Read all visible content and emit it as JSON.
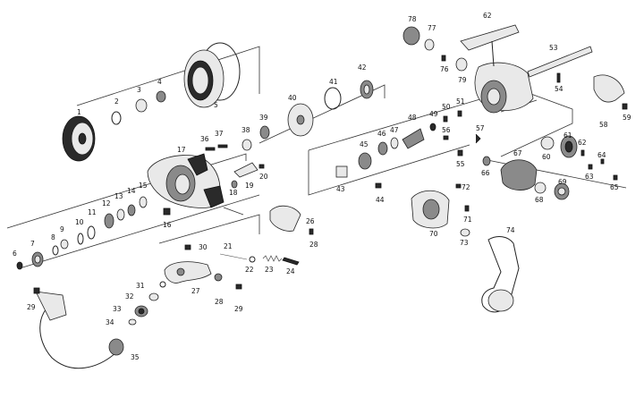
{
  "diagram": {
    "parts": [
      {
        "id": "p1",
        "label": "1"
      },
      {
        "id": "p2",
        "label": "2"
      },
      {
        "id": "p3",
        "label": "3"
      },
      {
        "id": "p4",
        "label": "4"
      },
      {
        "id": "p5",
        "label": "5"
      },
      {
        "id": "p6",
        "label": "6"
      },
      {
        "id": "p7",
        "label": "7"
      },
      {
        "id": "p8",
        "label": "8"
      },
      {
        "id": "p9",
        "label": "9"
      },
      {
        "id": "p10",
        "label": "10"
      },
      {
        "id": "p11",
        "label": "11"
      },
      {
        "id": "p12",
        "label": "12"
      },
      {
        "id": "p13",
        "label": "13"
      },
      {
        "id": "p14",
        "label": "14"
      },
      {
        "id": "p15",
        "label": "15"
      },
      {
        "id": "p16",
        "label": "16"
      },
      {
        "id": "p17",
        "label": "17"
      },
      {
        "id": "p18",
        "label": "18"
      },
      {
        "id": "p19",
        "label": "19"
      },
      {
        "id": "p20",
        "label": "20"
      },
      {
        "id": "p21",
        "label": "21"
      },
      {
        "id": "p22",
        "label": "22"
      },
      {
        "id": "p23",
        "label": "23"
      },
      {
        "id": "p24",
        "label": "24"
      },
      {
        "id": "p26",
        "label": "26"
      },
      {
        "id": "p27",
        "label": "27"
      },
      {
        "id": "p28a",
        "label": "28"
      },
      {
        "id": "p28b",
        "label": "28"
      },
      {
        "id": "p29a",
        "label": "29"
      },
      {
        "id": "p29b",
        "label": "29"
      },
      {
        "id": "p30",
        "label": "30"
      },
      {
        "id": "p31",
        "label": "31"
      },
      {
        "id": "p32",
        "label": "32"
      },
      {
        "id": "p33",
        "label": "33"
      },
      {
        "id": "p34",
        "label": "34"
      },
      {
        "id": "p35",
        "label": "35"
      },
      {
        "id": "p36",
        "label": "36"
      },
      {
        "id": "p37",
        "label": "37"
      },
      {
        "id": "p38",
        "label": "38"
      },
      {
        "id": "p39",
        "label": "39"
      },
      {
        "id": "p40",
        "label": "40"
      },
      {
        "id": "p41",
        "label": "41"
      },
      {
        "id": "p42",
        "label": "42"
      },
      {
        "id": "p43",
        "label": "43"
      },
      {
        "id": "p44",
        "label": "44"
      },
      {
        "id": "p45",
        "label": "45"
      },
      {
        "id": "p46",
        "label": "46"
      },
      {
        "id": "p47",
        "label": "47"
      },
      {
        "id": "p48",
        "label": "48"
      },
      {
        "id": "p49",
        "label": "49"
      },
      {
        "id": "p50",
        "label": "50"
      },
      {
        "id": "p51",
        "label": "51"
      },
      {
        "id": "p53",
        "label": "53"
      },
      {
        "id": "p54",
        "label": "54"
      },
      {
        "id": "p55",
        "label": "55"
      },
      {
        "id": "p56",
        "label": "56"
      },
      {
        "id": "p57",
        "label": "57"
      },
      {
        "id": "p58",
        "label": "58"
      },
      {
        "id": "p59",
        "label": "59"
      },
      {
        "id": "p60",
        "label": "60"
      },
      {
        "id": "p61",
        "label": "61"
      },
      {
        "id": "p62a",
        "label": "62"
      },
      {
        "id": "p62b",
        "label": "62"
      },
      {
        "id": "p63",
        "label": "63"
      },
      {
        "id": "p64",
        "label": "64"
      },
      {
        "id": "p65",
        "label": "65"
      },
      {
        "id": "p66",
        "label": "66"
      },
      {
        "id": "p67",
        "label": "67"
      },
      {
        "id": "p68",
        "label": "68"
      },
      {
        "id": "p69",
        "label": "69"
      },
      {
        "id": "p70",
        "label": "70"
      },
      {
        "id": "p71",
        "label": "71"
      },
      {
        "id": "p72",
        "label": "72"
      },
      {
        "id": "p73",
        "label": "73"
      },
      {
        "id": "p74",
        "label": "74"
      },
      {
        "id": "p76",
        "label": "76"
      },
      {
        "id": "p77",
        "label": "77"
      },
      {
        "id": "p78",
        "label": "78"
      },
      {
        "id": "p79",
        "label": "79"
      }
    ]
  }
}
